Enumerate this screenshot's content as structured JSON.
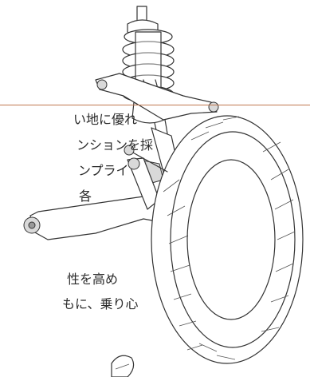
{
  "text_lines": [
    "い地に優れ",
    "ンションを採",
    "ンプライ",
    "各",
    "性を高め",
    "もに、乗り心"
  ]
}
